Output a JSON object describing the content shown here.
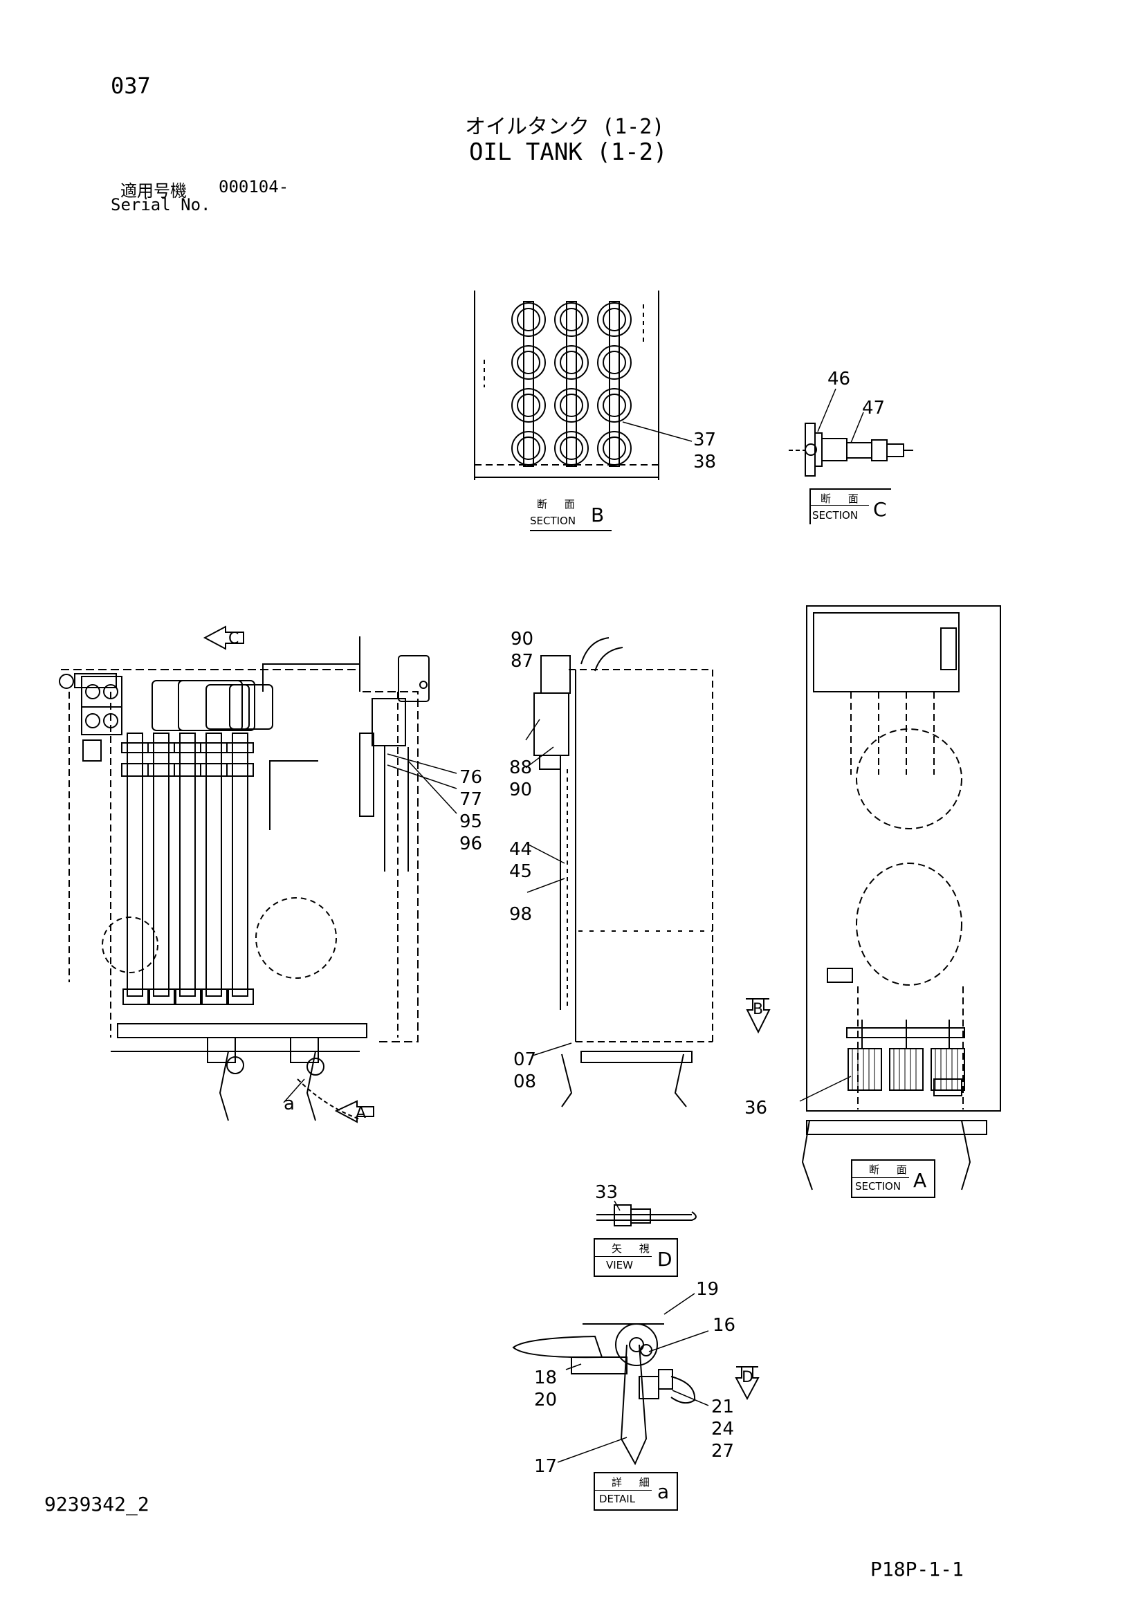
{
  "header": {
    "page_code": "037",
    "title_jp": "オイルタンク (1-2)",
    "title_en": "OIL TANK (1-2)",
    "serial_label_jp": "適用号機",
    "serial_value": "000104-",
    "serial_label_en": "Serial No."
  },
  "footer": {
    "doc_number": "9239342_2",
    "page_ref": "P18P-1-1"
  },
  "section_tags": {
    "b": {
      "jp": "断 面",
      "en": "SECTION",
      "letter": "B"
    },
    "c": {
      "jp": "断 面",
      "en": "SECTION",
      "letter": "C"
    },
    "a": {
      "jp": "断 面",
      "en": "SECTION",
      "letter": "A"
    },
    "d": {
      "jp": "矢 視",
      "en": "VIEW",
      "letter": "D"
    },
    "detail_a": {
      "jp": "詳 細",
      "en": "DETAIL",
      "letter": "a"
    }
  },
  "view_markers": {
    "c": "C",
    "a": "A",
    "b": "B",
    "d": "D",
    "detail": "a"
  },
  "part_labels": {
    "p37": "37",
    "p38": "38",
    "p46": "46",
    "p47": "47",
    "p76": "76",
    "p77": "77",
    "p95": "95",
    "p96": "96",
    "p90a": "90",
    "p87": "87",
    "p88": "88",
    "p90b": "90",
    "p44": "44",
    "p45": "45",
    "p98": "98",
    "p07": "07",
    "p08": "08",
    "p36": "36",
    "p33": "33",
    "p19": "19",
    "p16": "16",
    "p18": "18",
    "p20": "20",
    "p21": "21",
    "p24": "24",
    "p27": "27",
    "p17": "17"
  }
}
